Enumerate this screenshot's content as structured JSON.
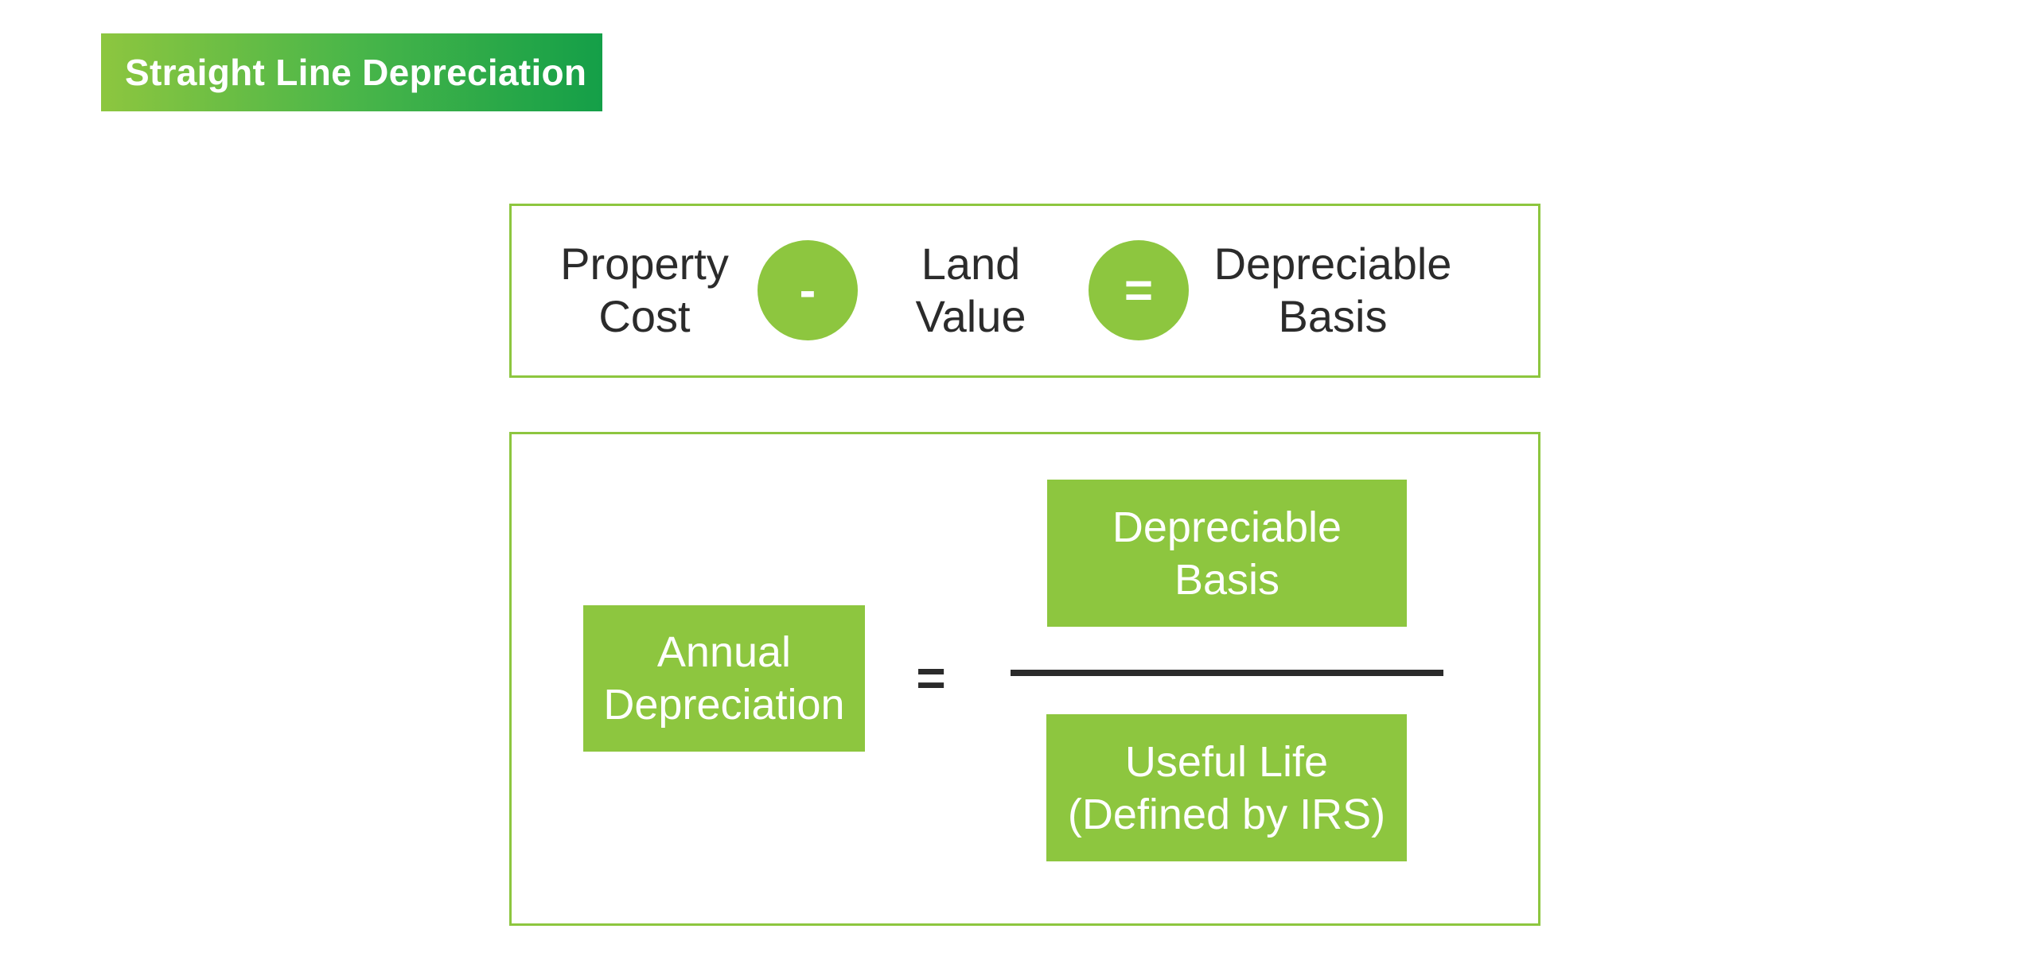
{
  "title": "Straight Line Depreciation",
  "basis_formula": {
    "term1": "Property\nCost",
    "operator1": "-",
    "term2": "Land\nValue",
    "operator2": "=",
    "result": "Depreciable\nBasis"
  },
  "annual_formula": {
    "left": "Annual\nDepreciation",
    "equals": "=",
    "numerator": "Depreciable\nBasis",
    "denominator": "Useful Life\n(Defined by IRS)"
  },
  "colors": {
    "accent_green": "#8dc63f",
    "gradient_dark_green": "#149f48",
    "text_dark": "#2b2b2b"
  }
}
